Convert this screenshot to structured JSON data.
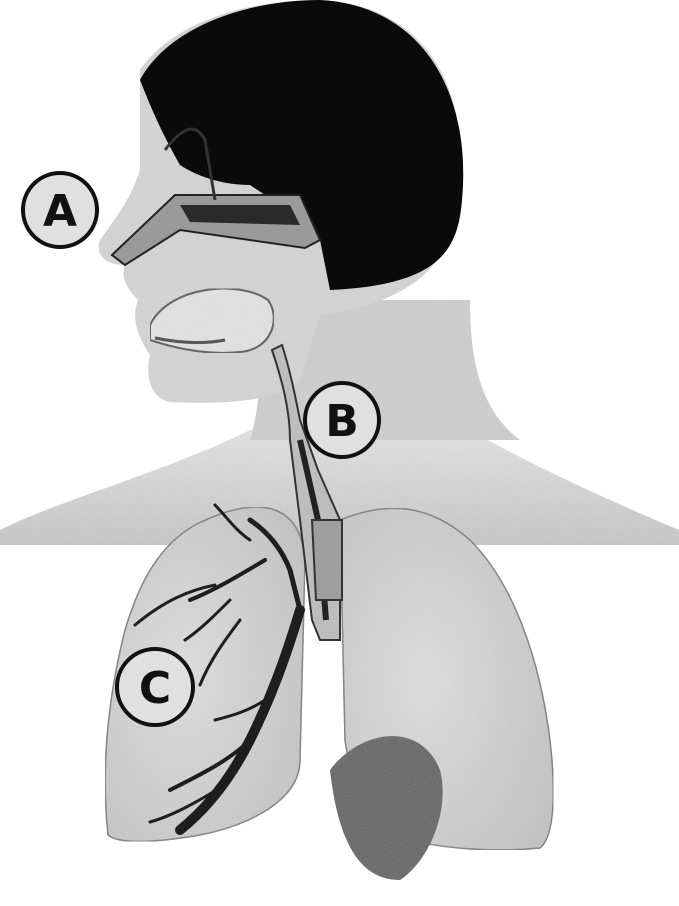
{
  "labels": {
    "a": "A",
    "b": "B",
    "c": "C"
  },
  "colors": {
    "background": "#ffffff",
    "hair": "#0a0a0a",
    "skin": "#d2d2d2",
    "skin_light": "#e4e4e4",
    "lung": "#dcdcdc",
    "airway": "#bdbdbd",
    "outline": "#111111",
    "label_fill": "#e0e0e0"
  }
}
